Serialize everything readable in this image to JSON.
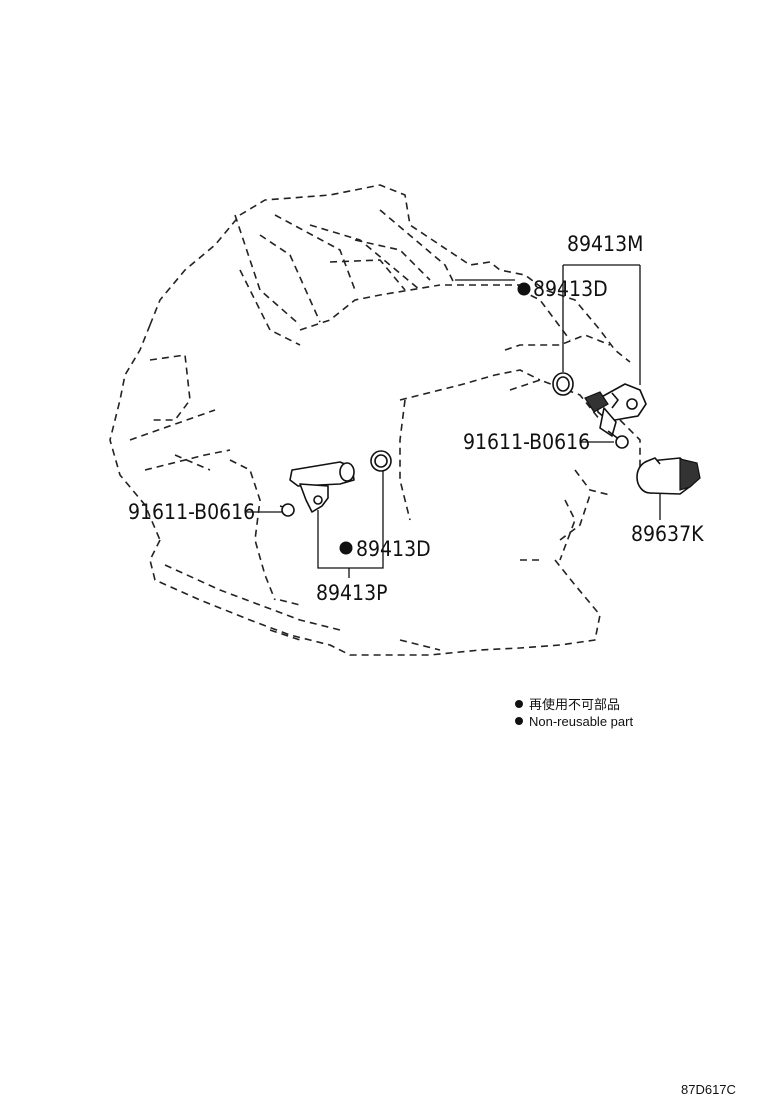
{
  "labels": {
    "p89413m": "89413M",
    "p89413d_top": "89413D",
    "p91611_right": "91611-B0616",
    "p91611_left": "91611-B0616",
    "p89637k": "89637K",
    "p89413d_bottom": "89413D",
    "p89413p": "89413P"
  },
  "legend": {
    "items": [
      {
        "text": "再使用不可部品"
      },
      {
        "text": "Non-reusable part"
      }
    ]
  },
  "figure_code": "87D617C",
  "colors": {
    "ink": "#111111",
    "background": "#ffffff"
  }
}
